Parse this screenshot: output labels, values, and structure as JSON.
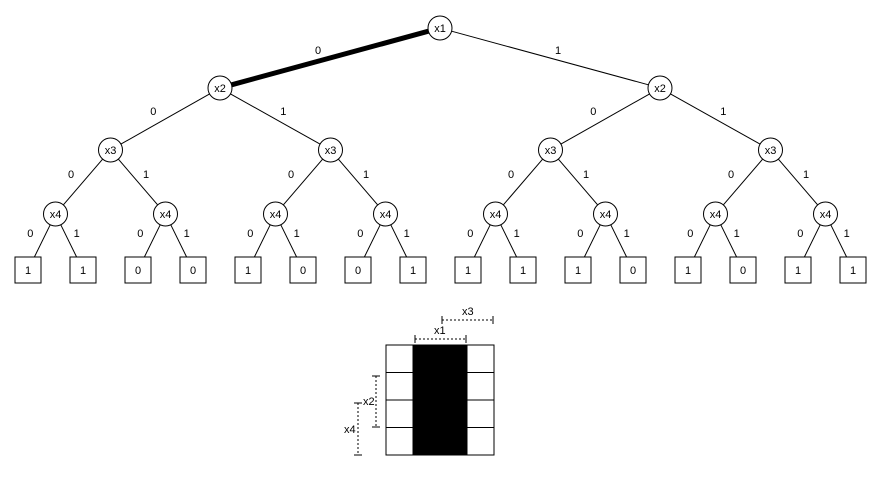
{
  "tree": {
    "levels": [
      {
        "variable": "x1"
      },
      {
        "variable": "x2"
      },
      {
        "variable": "x3"
      },
      {
        "variable": "x4"
      }
    ],
    "branch_labels": {
      "left": "0",
      "right": "1"
    },
    "highlighted_edge": {
      "from": "x1",
      "branch": "0"
    },
    "leaf_values": [
      "1",
      "1",
      "0",
      "0",
      "1",
      "0",
      "0",
      "1",
      "1",
      "1",
      "1",
      "0",
      "1",
      "0",
      "1",
      "1"
    ]
  },
  "kmap": {
    "labels": {
      "x1": "x1",
      "x3": "x3",
      "x2": "x2",
      "x4": "x4"
    },
    "rows": 4,
    "cols": 4,
    "filled_cells": [
      [
        0,
        1
      ],
      [
        0,
        2
      ],
      [
        1,
        1
      ],
      [
        1,
        2
      ],
      [
        2,
        1
      ],
      [
        2,
        2
      ],
      [
        3,
        1
      ],
      [
        3,
        2
      ]
    ]
  }
}
